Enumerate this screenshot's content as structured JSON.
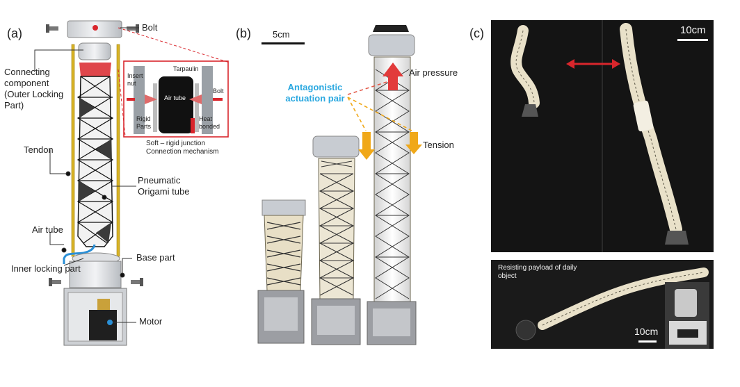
{
  "panels": {
    "a": "(a)",
    "b": "(b)",
    "c": "(c)"
  },
  "panel_a": {
    "bolt": "Bolt",
    "connecting_component": "Connecting component (Outer Locking Part)",
    "tendon": "Tendon",
    "pneumatic_origami_tube": "Pneumatic Origami tube",
    "air_tube": "Air tube",
    "inner_locking_part": "Inner locking part",
    "base_part": "Base part",
    "motor": "Motor",
    "inset": {
      "insert_nut": "Insert nut",
      "tarpaulin": "Tarpaulin",
      "air_tube": "Air tube",
      "bolt": "Bolt",
      "rigid_parts": "Rigid Parts",
      "heat_bonded": "Heat bonded",
      "caption": "Soft – rigid junction Connection mechanism"
    }
  },
  "panel_b": {
    "scale": "5cm",
    "antagonistic": "Antagonistic actuation pair",
    "air_pressure": "Air pressure",
    "tension": "Tension"
  },
  "panel_c": {
    "scale_top": "10cm",
    "payload": "Resisting payload of daily object",
    "scale_bottom": "10cm"
  },
  "colors": {
    "accent_red": "#d9262c",
    "antagonistic_blue": "#2aa8e0",
    "tendon_yellow": "#d8b326",
    "tension_orange": "#f0a818"
  }
}
